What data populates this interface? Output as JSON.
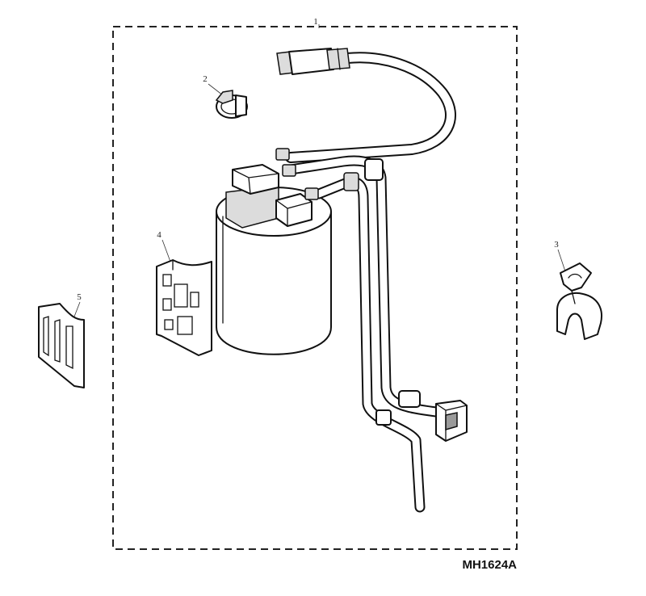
{
  "diagram": {
    "drawing_code": "MH1624A",
    "callouts": [
      {
        "id": "kit",
        "label": "1"
      },
      {
        "id": "clip",
        "label": "2"
      },
      {
        "id": "hose-clamp",
        "label": "3"
      },
      {
        "id": "bracket-pad",
        "label": "4"
      },
      {
        "id": "foam-pad",
        "label": "5"
      }
    ]
  }
}
